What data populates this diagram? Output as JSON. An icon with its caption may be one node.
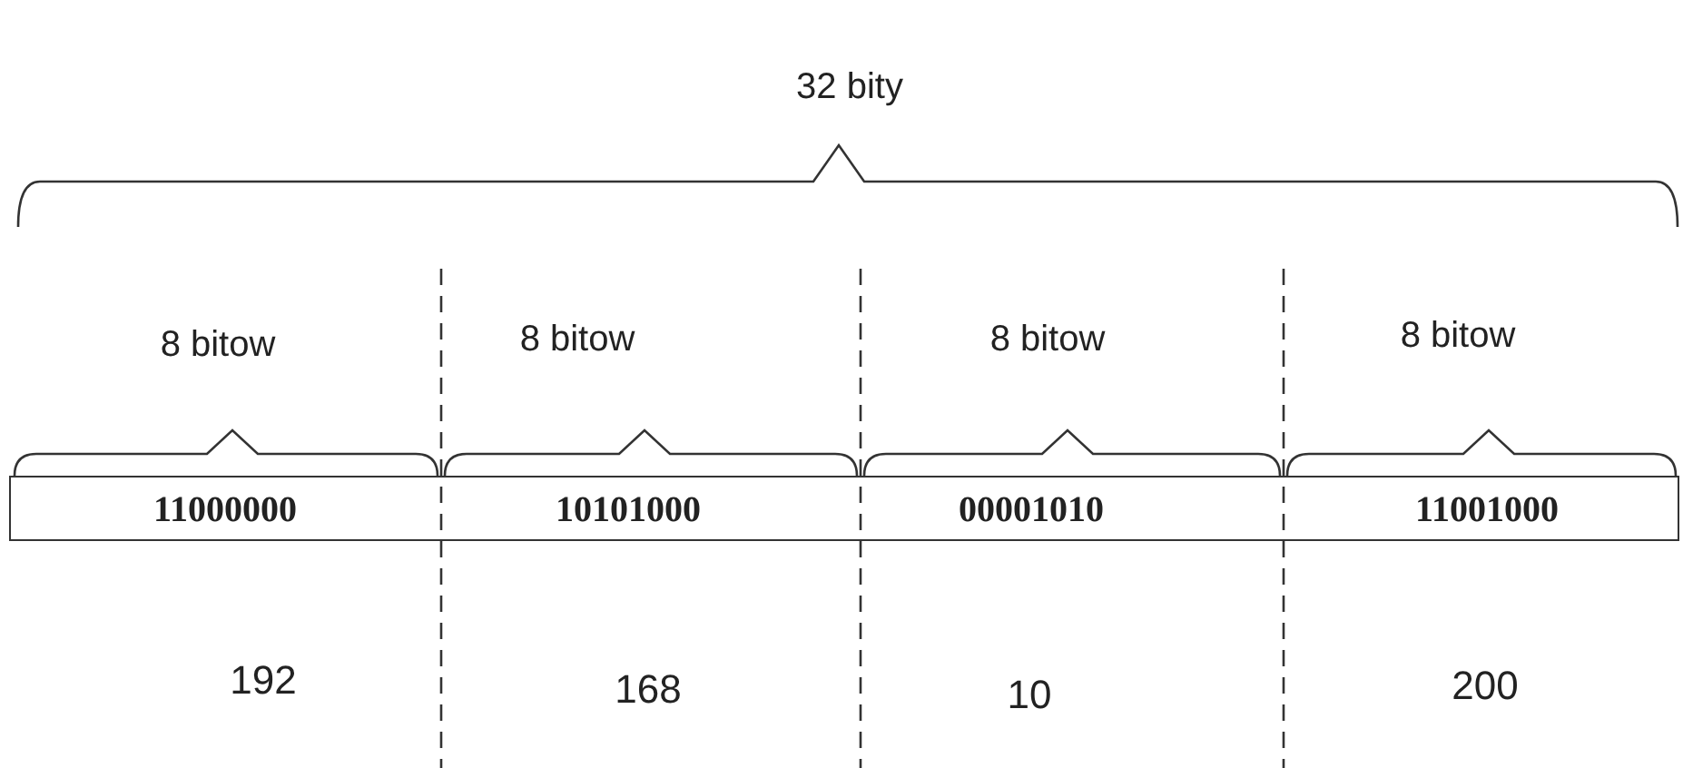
{
  "diagram": {
    "nodes": [
      {
        "text": [
          "11000000"
        ]
      },
      {
        "text": [
          "10101000"
        ]
      },
      {
        "text": [
          "00001010"
        ]
      },
      {
        "text": [
          "11001000"
        ]
      }
    ],
    "labels": [
      "32 bity",
      "8 bitow",
      "8 bitow",
      "8 bitow",
      "8 bitow",
      "192",
      "168",
      "10",
      "200"
    ]
  }
}
